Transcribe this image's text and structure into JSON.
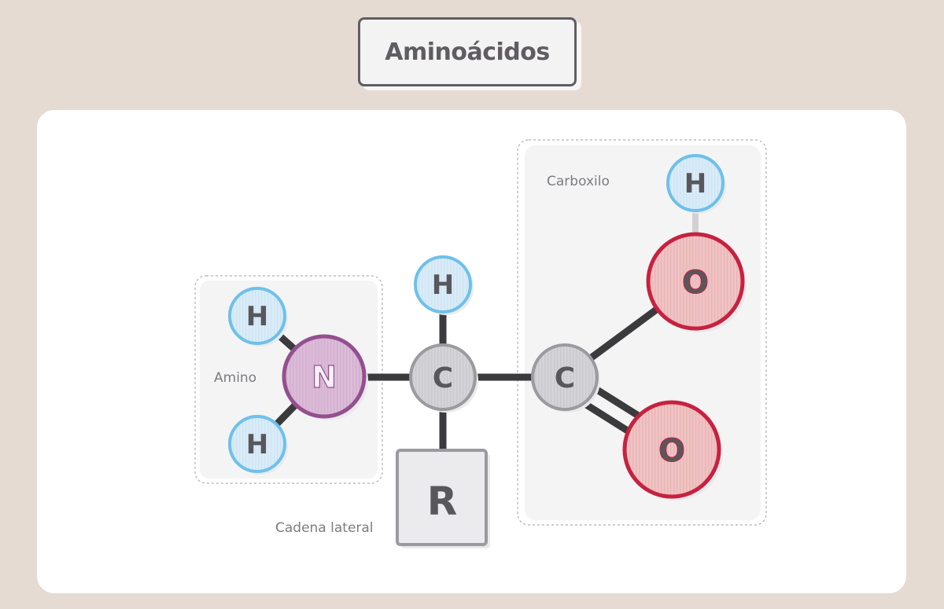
{
  "title": "Aminoácidos",
  "groups": {
    "amino": "Amino",
    "carboxyl": "Carboxilo",
    "side_chain": "Cadena lateral"
  },
  "atoms": {
    "amino_h_top": "H",
    "amino_h_bottom": "H",
    "nitrogen": "N",
    "alpha_h": "H",
    "alpha_c": "C",
    "side_r": "R",
    "carboxyl_c": "C",
    "hydroxyl_o": "O",
    "hydroxyl_h": "H",
    "carbonyl_o": "O"
  },
  "colors": {
    "background": "#e5dbd2",
    "hydrogen": "#d9ecf8",
    "hydrogen_stroke": "#6dc1ea",
    "nitrogen": "#dcbcd8",
    "nitrogen_stroke": "#93508f",
    "carbon": "#d4d4d8",
    "carbon_stroke": "#9a9a9f",
    "oxygen": "#f0c3c4",
    "oxygen_stroke": "#c6223f",
    "bond": "#3b3a3d"
  }
}
